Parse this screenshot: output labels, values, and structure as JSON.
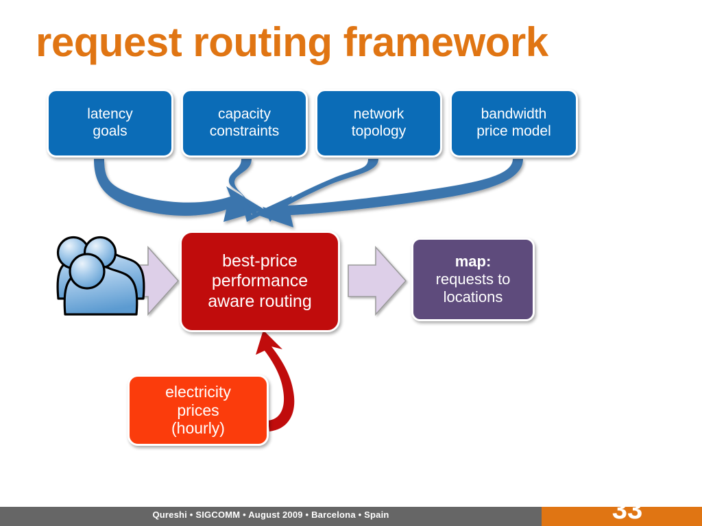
{
  "slide": {
    "title": "request routing framework",
    "title_color": "#e07513",
    "background": "#ffffff"
  },
  "inputs": {
    "accent_color": "#0b6cb7",
    "boxes": [
      {
        "name": "latency-goals",
        "line1": "latency",
        "line2": "goals"
      },
      {
        "name": "capacity-constraints",
        "line1": "capacity",
        "line2": "constraints"
      },
      {
        "name": "network-topology",
        "line1": "network",
        "line2": "topology"
      },
      {
        "name": "bandwidth-price-model",
        "line1": "bandwidth",
        "line2": "price model"
      }
    ]
  },
  "pipeline": {
    "actors_icon": "users-group-icon",
    "routing": {
      "color": "#c00c0c",
      "line1": "best-price",
      "line2": "performance",
      "line3": "aware routing"
    },
    "output": {
      "color": "#5e4b7c",
      "heading": "map:",
      "line2": "requests to",
      "line3": "locations"
    },
    "electricity": {
      "color": "#fb3c0c",
      "line1": "electricity",
      "line2": "prices",
      "line3": "(hourly)"
    }
  },
  "arrows": {
    "input_arrow_color": "#3b74ad",
    "flow_arrow_color": "#ddcfe8",
    "flow_arrow_outline": "#9a9a9a",
    "feedback_arrow_color": "#c00c0c"
  },
  "footer": {
    "bar_color": "#666666",
    "credits": "Qureshi  •  SIGCOMM  •  August 2009  •  Barcelona  •  Spain",
    "page_bar_color": "#e07513",
    "page_number": "33"
  }
}
